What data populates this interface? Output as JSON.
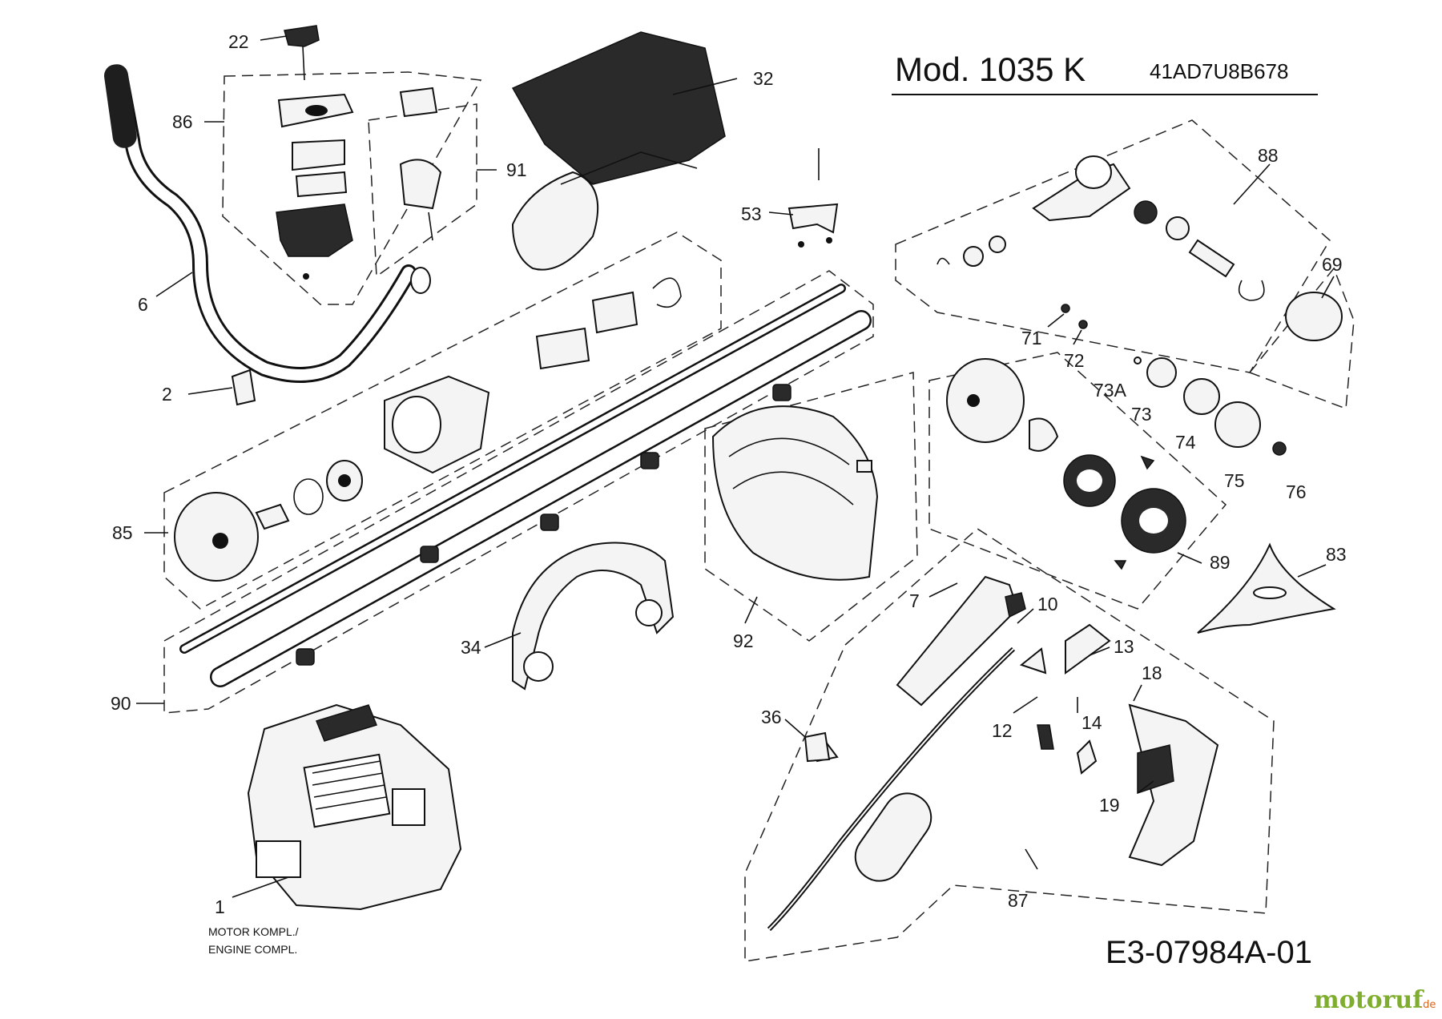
{
  "header": {
    "model": "Mod. 1035 K",
    "serial": "41AD7U8B678"
  },
  "footer": {
    "drawing_code": "E3-07984A-01"
  },
  "engine_note": {
    "line1": "MOTOR KOMPL./",
    "line2": "ENGINE COMPL."
  },
  "watermark": {
    "name": "motoruf",
    "suffix": ".de",
    "color_main": "#7fae2e",
    "color_accent": "#e0661e"
  },
  "callouts": {
    "n1": "1",
    "n2": "2",
    "n6": "6",
    "n7": "7",
    "n10": "10",
    "n12": "12",
    "n13": "13",
    "n14": "14",
    "n18": "18",
    "n19": "19",
    "n22": "22",
    "n32": "32",
    "n34": "34",
    "n36": "36",
    "n53": "53",
    "n69": "69",
    "n71": "71",
    "n72": "72",
    "n73": "73",
    "n73a": "73A",
    "n74": "74",
    "n75": "75",
    "n76": "76",
    "n83": "83",
    "n85": "85",
    "n86": "86",
    "n87": "87",
    "n88": "88",
    "n89": "89",
    "n90": "90",
    "n91": "91",
    "n92": "92"
  }
}
